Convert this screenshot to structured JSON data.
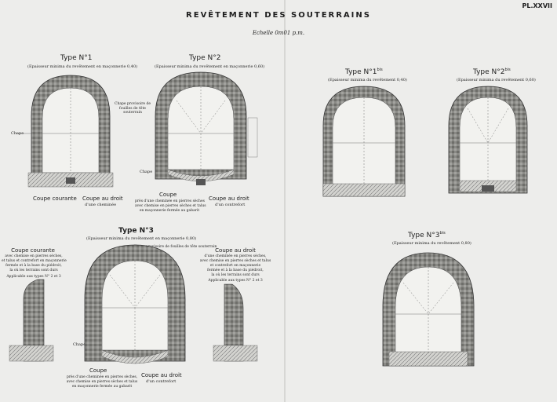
{
  "header": {
    "title": "REVÊTEMENT DES SOUTERRAINS",
    "plate": "PL.XXVII",
    "scale": "Echelle 0m01 p.m."
  },
  "sections": {
    "t1": {
      "title": "Type N°1",
      "subtitle": "(Epaisseur minima du revêtement en maçonnerie 0,40)",
      "left_caption": "Coupe courante",
      "right_caption": "Coupe au droit",
      "right_caption_2": "d'une cheminée",
      "note": "Chape provisoire de fouilles de tête souterrain",
      "side_label": "Chape"
    },
    "t2": {
      "title": "Type N°2",
      "subtitle": "(Epaisseur minima du revêtement en maçonnerie 0,60)",
      "left_caption": "Coupe",
      "left_note_1": "près d'une cheminée en pierres sèches",
      "left_note_2": "avec chemise en pierres sèches et talus",
      "left_note_3": "en maçonnerie fermée au gabarit",
      "right_caption": "Coupe au droit",
      "right_caption_2": "d'un contrefort",
      "side_label": "Chape"
    },
    "t1b": {
      "title": "Type N°1",
      "sup": "bis",
      "subtitle": "(Epaisseur minima du revêtement 0,40)"
    },
    "t2b": {
      "title": "Type N°2",
      "sup": "bis",
      "subtitle": "(Epaisseur minima du revêtement 0,60)"
    },
    "t3": {
      "title": "Type N°3",
      "subtitle": "(Epaisseur minima du revêtement en maçonnerie 0,80)",
      "left_head": "Coupe courante",
      "left_note_1": "avec chemise en pierres sèches,",
      "left_note_2": "et talus et contrefort en maçonnerie",
      "left_note_3": "fermée et à la base du piédroit,",
      "left_note_4": "la où les terrains sont durs",
      "left_note_5": "Applicable aux types N° 2 et 3",
      "right_head": "Coupe au droit",
      "right_note_1": "d'une cheminée en pierres sèches,",
      "right_note_2": "avec chemise en pierres sèches et talus",
      "right_note_3": "et contrefort en maçonnerie",
      "right_note_4": "fermée et à la base du piédroit,",
      "right_note_5": "la où les terrains sont durs",
      "right_note_6": "Applicable aux types N° 2 et 3",
      "top_note": "Chape provisoire de fouilles de tête souterrain",
      "bottom_left_caption": "Coupe",
      "bottom_left_note_1": "près d'une cheminée en pierres sèches,",
      "bottom_left_note_2": "avec chemise en pierres sèches et talus",
      "bottom_left_note_3": "en maçonnerie fermée au gabarit",
      "bottom_right_caption": "Coupe au droit",
      "bottom_right_caption_2": "d'un contrefort",
      "side_label": "Chape"
    },
    "t3b": {
      "title": "Type N°3",
      "sup": "bis",
      "subtitle": "(Epaisseur minima du revêtement 0,80)"
    }
  },
  "colors": {
    "paper": "#ededeb",
    "ink": "#1e1e1e",
    "masonry": "#8a8a86"
  }
}
